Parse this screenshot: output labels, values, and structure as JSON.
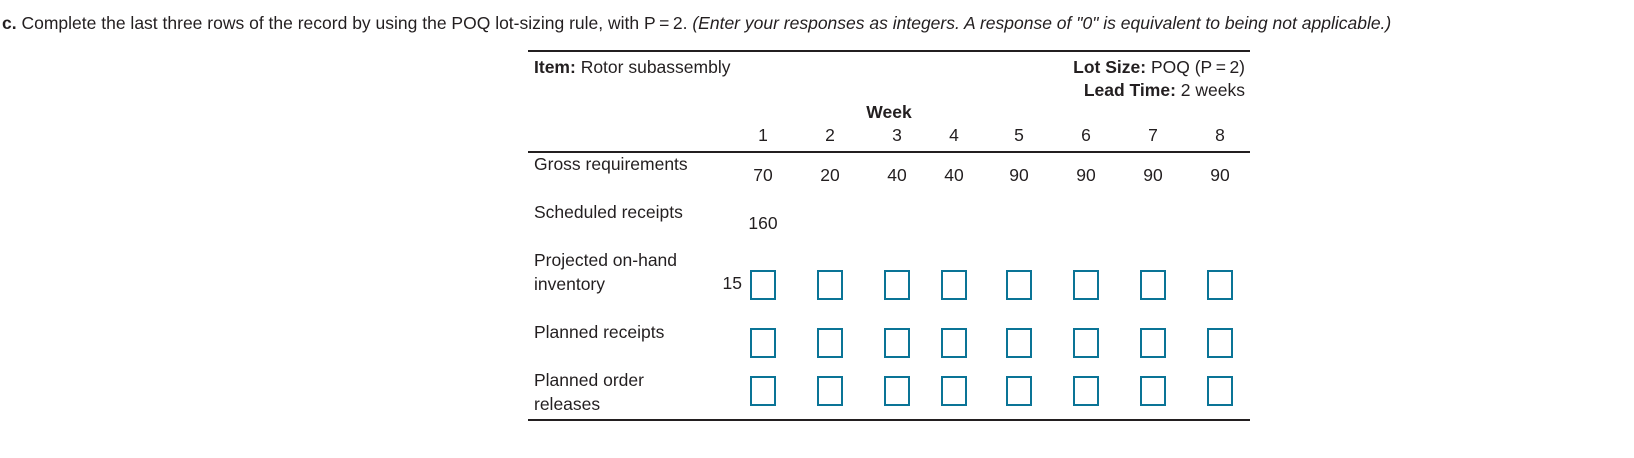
{
  "prompt": {
    "label": "c.",
    "text_before": "Complete the last three rows of the record by using the POQ lot-sizing rule, with P = 2.",
    "text_italic": "(Enter your responses as integers. A response of \"0\" is equivalent to being not applicable.)"
  },
  "worksheet": {
    "item_label": "Item:",
    "item_value": "Rotor subassembly",
    "lot_size_label": "Lot Size:",
    "lot_size_value": "POQ (P = 2)",
    "lead_time_label": "Lead Time:",
    "lead_time_value": "2 weeks",
    "week_caption": "Week",
    "week_numbers": [
      "1",
      "2",
      "3",
      "4",
      "5",
      "6",
      "7",
      "8"
    ],
    "rows": [
      {
        "label": "Gross requirements",
        "onhand": "",
        "values": [
          "70",
          "20",
          "40",
          "40",
          "90",
          "90",
          "90",
          "90"
        ],
        "editable": false
      },
      {
        "label": "Scheduled receipts",
        "onhand": "",
        "values": [
          "160",
          "",
          "",
          "",
          "",
          "",
          "",
          ""
        ],
        "editable": false
      },
      {
        "label": "Projected on-hand inventory",
        "onhand": "15",
        "values": [
          "",
          "",
          "",
          "",
          "",
          "",
          "",
          ""
        ],
        "editable": true
      },
      {
        "label": "Planned receipts",
        "onhand": "",
        "values": [
          "",
          "",
          "",
          "",
          "",
          "",
          "",
          ""
        ],
        "editable": true
      },
      {
        "label": "Planned order releases",
        "onhand": "",
        "values": [
          "",
          "",
          "",
          "",
          "",
          "",
          "",
          ""
        ],
        "editable": true
      }
    ]
  },
  "colors": {
    "input_border": "#0a7496",
    "text": "#231f20",
    "rule": "#231f20"
  }
}
